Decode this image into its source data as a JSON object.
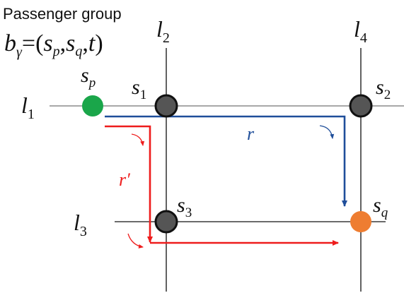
{
  "header": {
    "title": "Passenger group",
    "formula": {
      "lhs": "b",
      "lhs_sub": "γ",
      "eq_open": "=(",
      "a": "s",
      "a_sub": "p",
      "sep1": ",",
      "b": "s",
      "b_sub": "q",
      "sep2": ",",
      "t": "t",
      "close": ")"
    }
  },
  "lines": {
    "l1": {
      "base": "l",
      "sub": "1"
    },
    "l2": {
      "base": "l",
      "sub": "2"
    },
    "l3": {
      "base": "l",
      "sub": "3"
    },
    "l4": {
      "base": "l",
      "sub": "4"
    }
  },
  "stations": {
    "sp": {
      "base": "s",
      "sub": "p",
      "color": "#1aa64a"
    },
    "s1": {
      "base": "s",
      "sub": "1",
      "color": "#555555"
    },
    "s2": {
      "base": "s",
      "sub": "2",
      "color": "#555555"
    },
    "s3": {
      "base": "s",
      "sub": "3",
      "color": "#555555"
    },
    "sq": {
      "base": "s",
      "sub": "q",
      "color": "#ee7d31"
    }
  },
  "routes": {
    "r": {
      "label": "r",
      "color": "#1f4e9a"
    },
    "r_prime": {
      "label": "r′",
      "color": "#ee1c1c"
    }
  }
}
